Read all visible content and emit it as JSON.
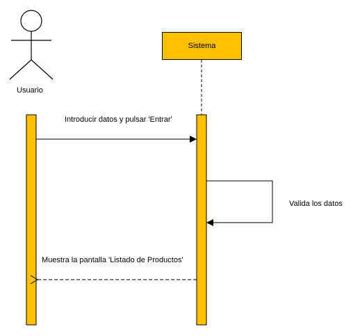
{
  "actor": {
    "label": "Usuario",
    "icon": "stick-figure-icon"
  },
  "system": {
    "label": "Sistema"
  },
  "messages": [
    {
      "label": "Introducir datos y pulsar 'Entrar'",
      "style": "solid",
      "from": "Usuario",
      "to": "Sistema"
    },
    {
      "label": "Valida los datos",
      "style": "solid",
      "from": "Sistema",
      "to": "Sistema"
    },
    {
      "label": "Muestra la pantalla 'Listado de Productos'",
      "style": "dashed",
      "from": "Sistema",
      "to": "Usuario"
    }
  ],
  "colors": {
    "activation": "#ffc000",
    "line": "#000000",
    "background": "#ffffff"
  }
}
